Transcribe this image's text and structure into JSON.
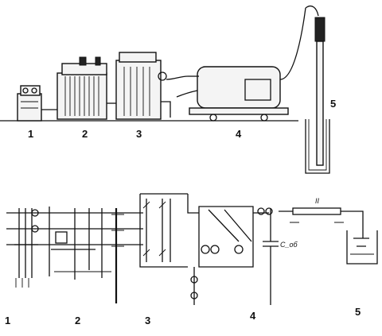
{
  "figure": {
    "top_labels": [
      "1",
      "2",
      "3",
      "4",
      "5"
    ],
    "bottom_labels": [
      "1",
      "2",
      "3",
      "4",
      "5"
    ],
    "capacitor_label": "C_об",
    "line_label": "II"
  }
}
